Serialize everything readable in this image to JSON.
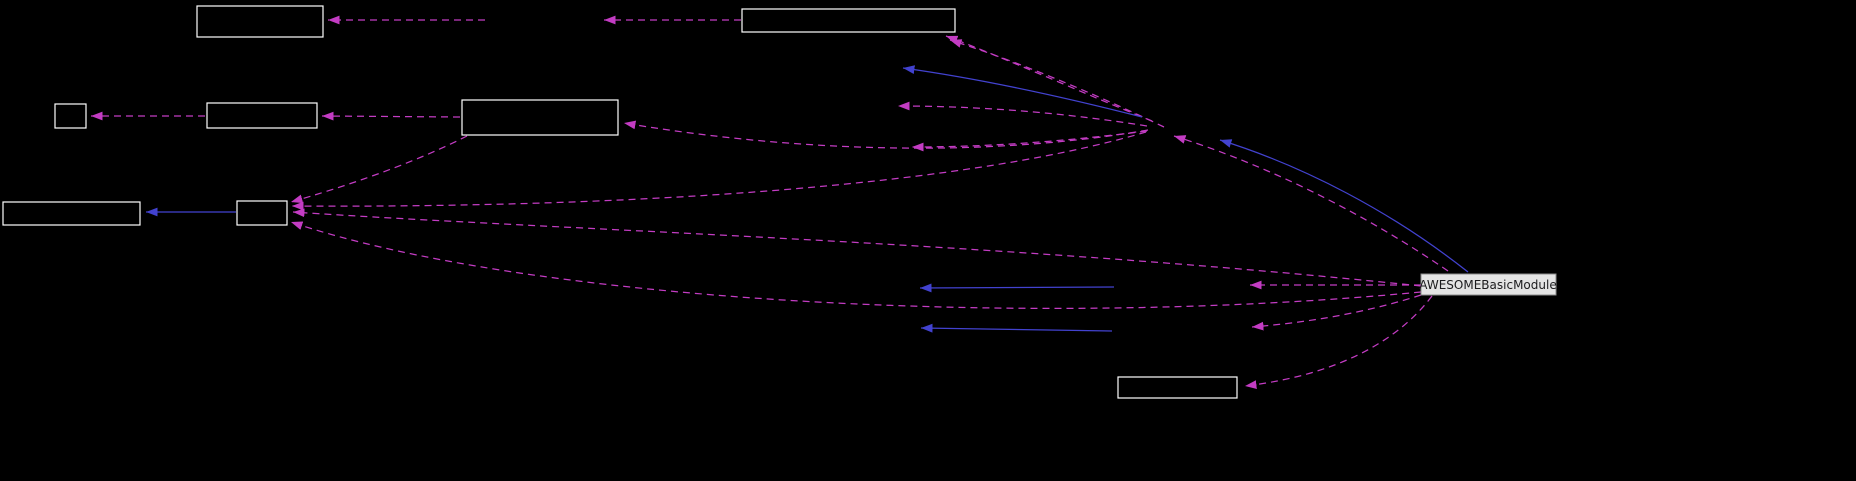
{
  "diagram": {
    "type": "collaboration-graph",
    "highlighted_node": {
      "label": "AWESOMEBasicModule"
    },
    "plain_node_count": 8,
    "edge_styles": {
      "dashed": "dependency / usage",
      "solid": "inheritance"
    }
  },
  "colors": {
    "background": "#000000",
    "node_fill": "#000000",
    "node_border": "#ffffff",
    "highlight_fill": "#e4e4e4",
    "highlight_border": "#8c8c8c",
    "highlight_text": "#1c1c1e",
    "dependency_edge": "#c33cc3",
    "inheritance_edge": "#4242cf"
  }
}
